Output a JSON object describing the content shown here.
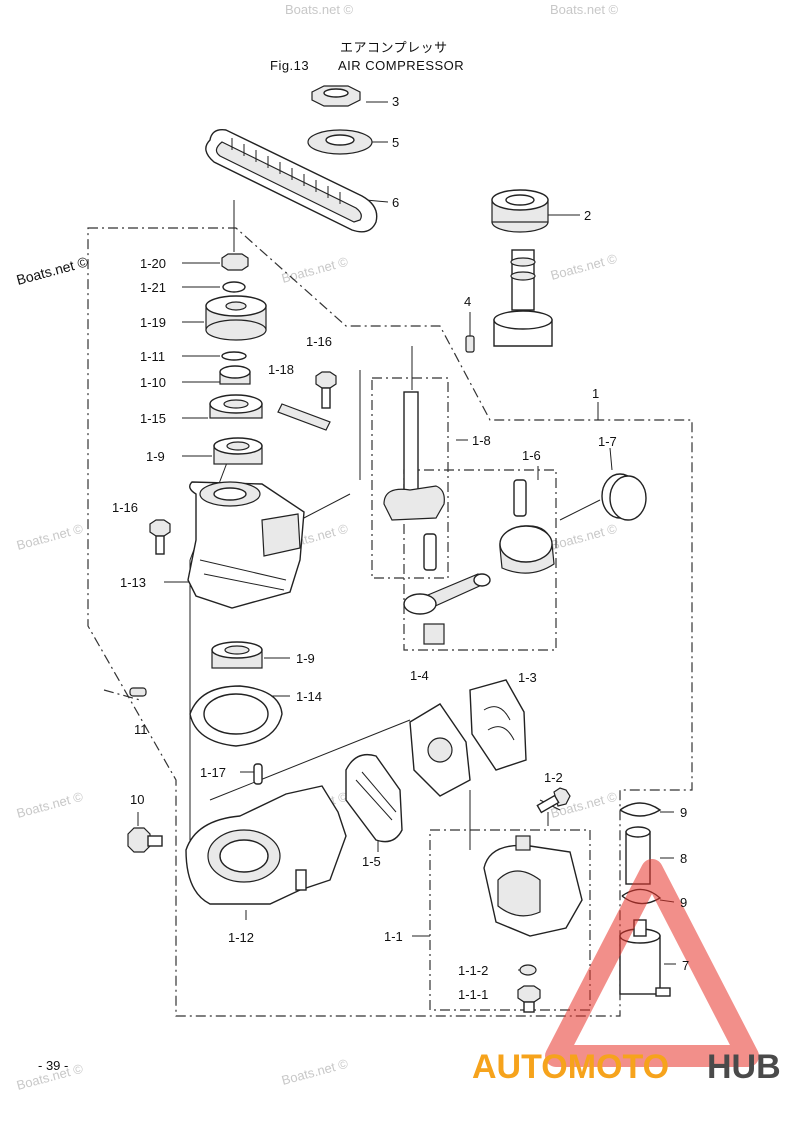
{
  "header": {
    "title_jp": "エアコンプレッサ",
    "fig_number": "Fig.13",
    "title_en": "AIR COMPRESSOR"
  },
  "labels": {
    "p3": "3",
    "p5": "5",
    "p6": "6",
    "p2": "2",
    "p4": "4",
    "p1": "1",
    "p1_20": "1-20",
    "p1_21": "1-21",
    "p1_19": "1-19",
    "p1_11": "1-11",
    "p1_10": "1-10",
    "p1_15": "1-15",
    "p1_9a": "1-9",
    "p1_16a": "1-16",
    "p1_18": "1-18",
    "p1_16b": "1-16",
    "p1_13": "1-13",
    "p1_8": "1-8",
    "p1_6": "1-6",
    "p1_7": "1-7",
    "p1_9b": "1-9",
    "p1_14": "1-14",
    "p11": "11",
    "p1_4": "1-4",
    "p1_3": "1-3",
    "p1_17": "1-17",
    "p10": "10",
    "p1_2": "1-2",
    "p9a": "9",
    "p8": "8",
    "p9b": "9",
    "p1_5": "1-5",
    "p1_12": "1-12",
    "p1_1": "1-1",
    "p1_1_2": "1-1-2",
    "p1_1_1": "1-1-1",
    "p7": "7"
  },
  "page_number": "- 39 -",
  "watermarks": {
    "dark": "Boats.net ©",
    "light": "Boats.net ©"
  },
  "brand": {
    "auto": "AUTOMOTO",
    "hub": "HUB",
    "colors": {
      "red": "#e8332a",
      "yellow": "#f6a31c",
      "gray": "#4a4a4a"
    }
  }
}
